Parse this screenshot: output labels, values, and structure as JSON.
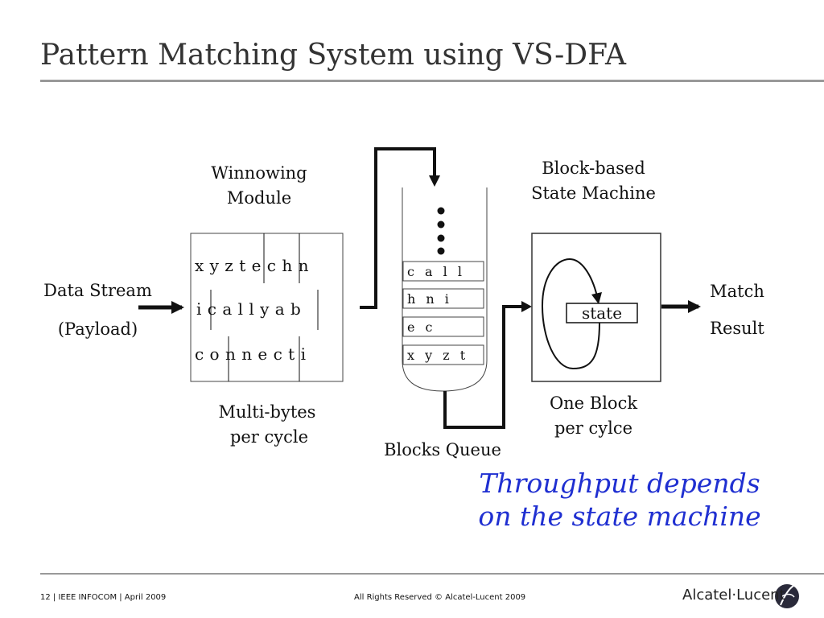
{
  "title": "Pattern Matching System using VS-DFA",
  "labels": {
    "data_stream": "Data Stream",
    "payload": "(Payload)",
    "winnowing_1": "Winnowing",
    "winnowing_2": "Module",
    "multi_bytes_1": "Multi-bytes",
    "multi_bytes_2": "per cycle",
    "blocks_queue": "Blocks Queue",
    "block_based_1": "Block-based",
    "block_based_2": "State Machine",
    "one_block_1": "One Block",
    "one_block_2": "per cylce",
    "match": "Match",
    "result": "Result",
    "state": "state"
  },
  "winnowing_rows": [
    "x y z t e c h n",
    "i c a l l y a b",
    "c o n n e c t  i"
  ],
  "queue_blocks": [
    "c a l l",
    "h n i",
    "e c",
    "x y z t"
  ],
  "note": {
    "line1": "Throughput depends",
    "line2": "on the state machine"
  },
  "footer": {
    "left": "12 | IEEE INFOCOM | April 2009",
    "center": "All Rights Reserved © Alcatel-Lucent 2009",
    "logo": "Alcatel·Lucent"
  }
}
